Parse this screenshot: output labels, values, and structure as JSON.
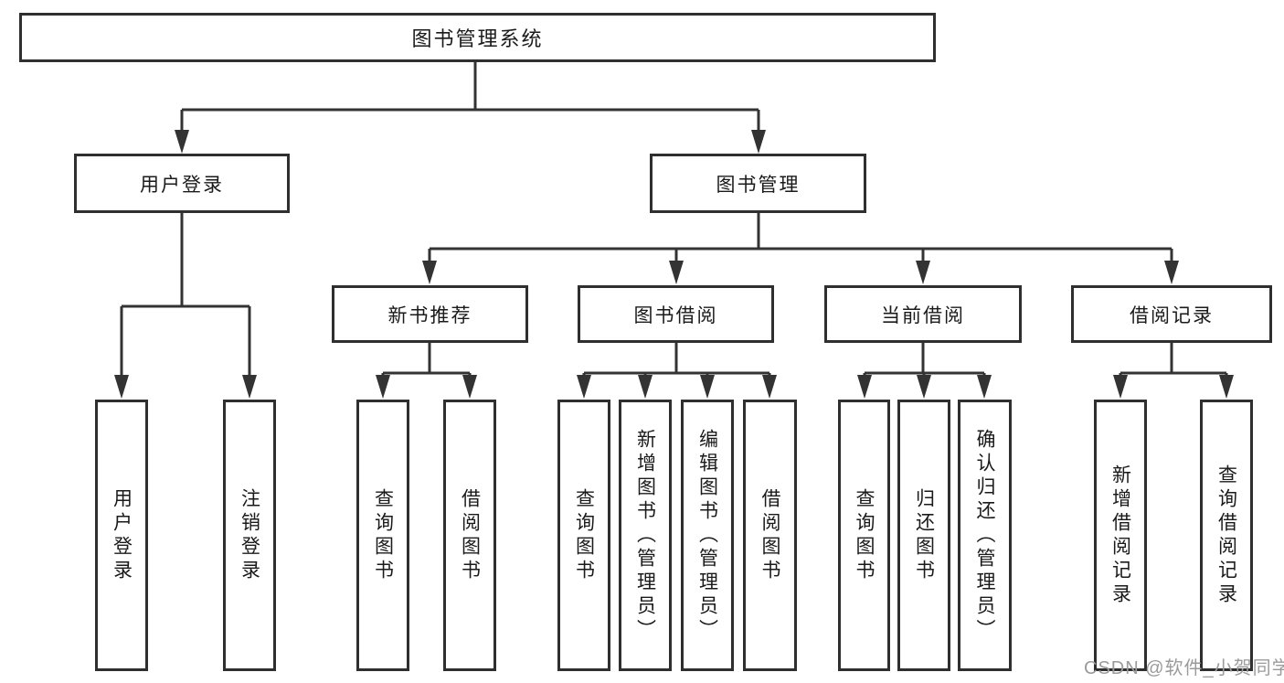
{
  "diagram": {
    "type": "org-tree",
    "root": {
      "label": "图书管理系统"
    },
    "subtrees": {
      "user_login": {
        "label": "用户登录",
        "children": [
          "用户登录",
          "注销登录"
        ]
      },
      "book_management": {
        "label": "图书管理",
        "sections": [
          {
            "label": "新书推荐",
            "children": [
              "查询图书",
              "借阅图书"
            ]
          },
          {
            "label": "图书借阅",
            "children": [
              "查询图书",
              "新增图书（管理员）",
              "编辑图书（管理员）",
              "借阅图书"
            ]
          },
          {
            "label": "当前借阅",
            "children": [
              "查询图书",
              "归还图书",
              "确认归还（管理员）"
            ]
          },
          {
            "label": "借阅记录",
            "children": [
              "新增借阅记录",
              "查询借阅记录"
            ]
          }
        ]
      }
    },
    "watermark": "CSDN @软件_小贺同学",
    "colors": {
      "line": "#333333",
      "box_border": "#2f2f2f",
      "box_fill": "#ffffff",
      "text": "#1a1a1a",
      "watermark": "#9b9b9b",
      "background": "#ffffff"
    }
  }
}
